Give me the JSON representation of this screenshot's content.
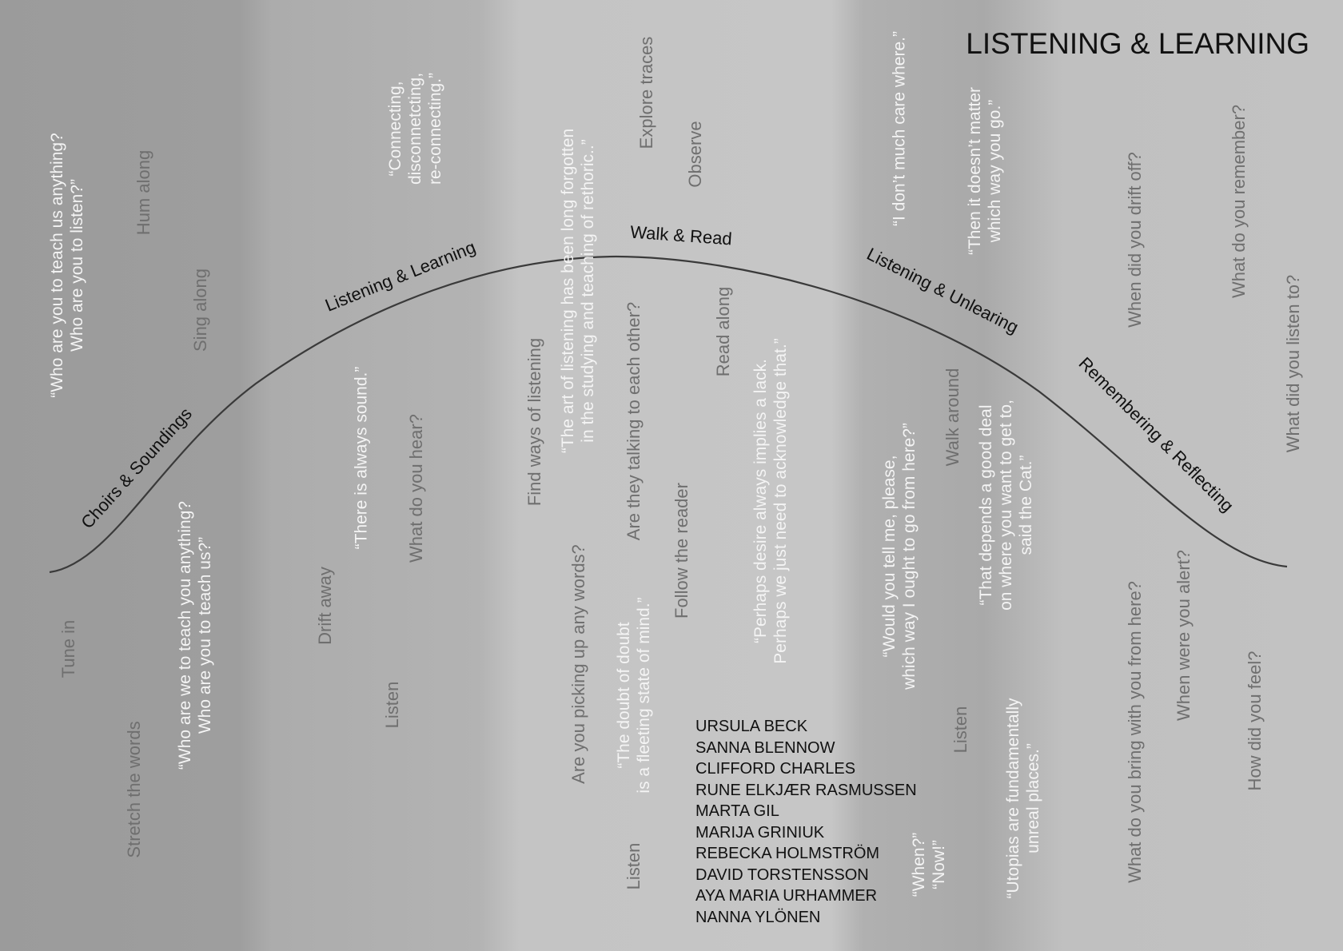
{
  "title": "LISTENING & LEARNING",
  "path_labels": [
    "Choirs & Soundings",
    "Listening & Learning",
    "Walk & Read",
    "Listening & Unlearing",
    "Remembering & Reflecting"
  ],
  "prompts": {
    "hum_along": "Hum along",
    "sing_along": "Sing along",
    "tune_in": "Tune in",
    "stretch_words": "Stretch the words",
    "drift_away": "Drift away",
    "listen_1": "Listen",
    "what_hear": "What do you hear?",
    "find_ways": "Find ways of listening",
    "talking": "Are they talking to each other?",
    "picking_words": "Are you picking up any words?",
    "listen_2": "Listen",
    "follow_reader": "Follow the reader",
    "explore_traces": "Explore traces",
    "observe": "Observe",
    "read_along": "Read along",
    "walk_around": "Walk around",
    "listen_3": "Listen",
    "drift_off": "When did you drift off?",
    "remember": "What do you remember?",
    "listen_to": "What did you listen to?",
    "bring": "What do you bring with you from here?",
    "alert": "When were you alert?",
    "feel": "How did you feel?"
  },
  "quotes": {
    "who_teach_us": "“Who are you to teach us anything?\nWho are you to listen?”",
    "who_teach_you": "“Who are we to teach you anything?\nWho are you to teach us?”",
    "connecting": "“Connecting,\ndisconnetcting,\nre-connecting.”",
    "always_sound": "“There is always sound.”",
    "art_listening": "“The art of listening has been long forgotten\nin the studying and teaching of rethoric..”",
    "doubt": "“The doubt of doubt\nis a fleeting state of mind.”",
    "desire": "“Perhaps desire always implies a lack.\nPerhaps we just need to acknowledge that.”",
    "dont_care": "“I don’t much care where.”",
    "doesnt_matter": "“Then it doesn’t matter\nwhich way you go.”",
    "would_you": "“Would you tell me, please,\nwhich way I ought to go from here?”",
    "depends": "“That depends a good deal\non where you want to get to,\nsaid the Cat.”",
    "utopias": "“Utopias are fundamentally\nunreal places.”",
    "when_now": "“When?”\n“Now!”"
  },
  "names": [
    "URSULA BECK",
    "SANNA BLENNOW",
    "CLIFFORD CHARLES",
    "RUNE ELKJÆR RASMUSSEN",
    "MARTA GIL",
    "MARIJA GRINIUK",
    "REBECKA HOLMSTRÖM",
    "DAVID TORSTENSSON",
    "AYA MARIA URHAMMER",
    "NANNA YLÖNEN"
  ]
}
